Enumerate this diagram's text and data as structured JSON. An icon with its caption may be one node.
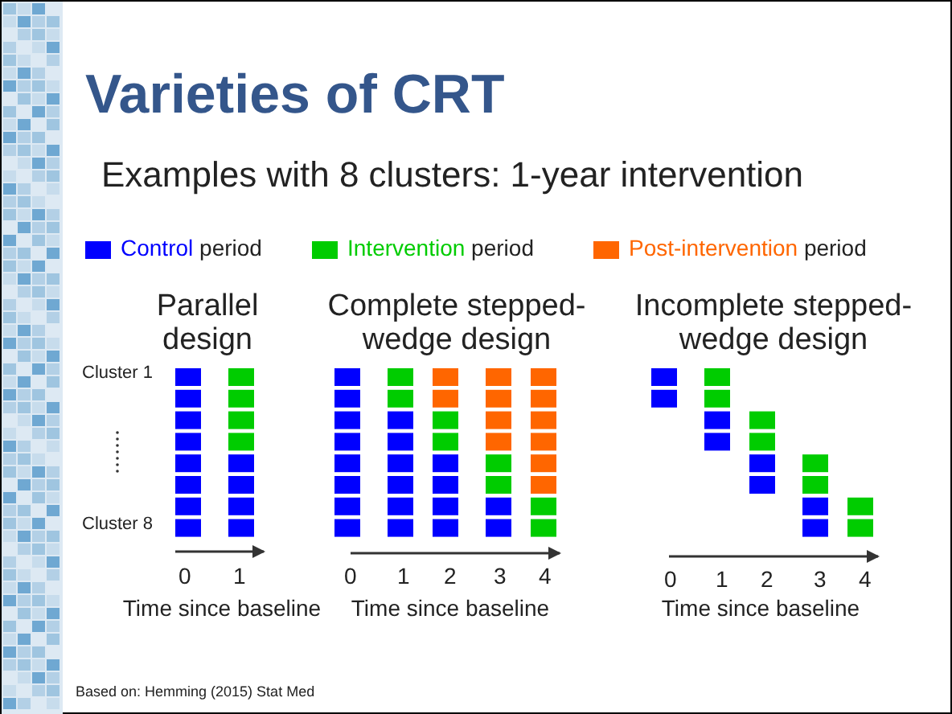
{
  "diagram": {
    "title": "Varieties of CRT",
    "labels": [
      "Examples with 8 clusters: 1-year intervention",
      "Parallel design",
      "Complete stepped-wedge design",
      "Incomplete stepped-wedge design",
      "Cluster 1",
      "Cluster 8",
      "0",
      "1",
      "Time since baseline",
      "0",
      "1",
      "2",
      "3",
      "4",
      "Time since baseline",
      "0",
      "1",
      "2",
      "3",
      "4",
      "Time since baseline",
      "Based on: Hemming (2015) Stat Med"
    ],
    "legend": [
      {
        "text": "Control period",
        "color": "#0000ff"
      },
      {
        "text": "Intervention period",
        "color": "#00cc00"
      },
      {
        "text": "Post-intervention period",
        "color": "#ff6600"
      }
    ]
  }
}
